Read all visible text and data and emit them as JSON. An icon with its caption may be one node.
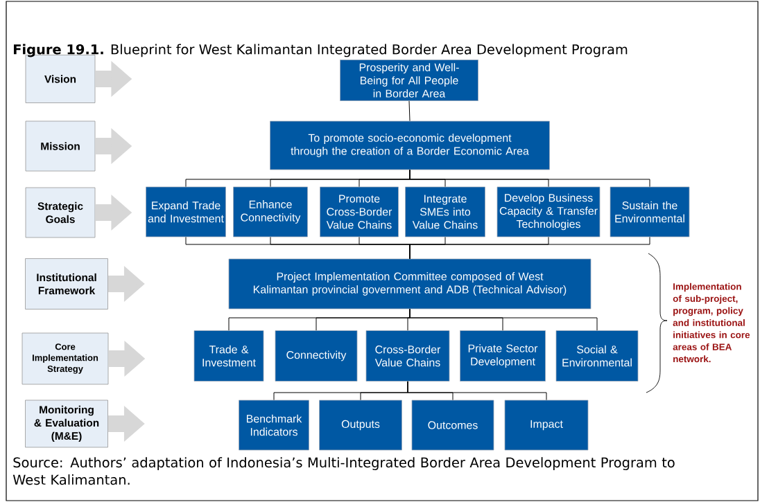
{
  "diagram": {
    "title": "**Figure 19.1.** Blueprint for West Kalimantan Integrated Border Area Development Program",
    "caption": "Source: Authors’ adaptation of Indonesia’s Multi-Integrated Border Area Development Program to West Kalimantan.",
    "nodes": [
      {
        "text": [
          "Vision"
        ]
      },
      {
        "text": [
          "Mission"
        ]
      },
      {
        "text": [
          "Strategic Goals"
        ]
      },
      {
        "text": [
          "Institutional Framework"
        ]
      },
      {
        "text": [
          "Core Implementation Strategy"
        ]
      },
      {
        "text": [
          "Monitoring & Evaluation (M&E)"
        ]
      },
      {
        "text": [
          "Prosperity and Well-Being for All People in Border Area"
        ]
      },
      {
        "text": [
          "To promote socio-economic development through the creation of a Border Economic Area"
        ]
      },
      {
        "text": [
          "Expand Trade and Investment"
        ]
      },
      {
        "text": [
          "Enhance Connectivity"
        ]
      },
      {
        "text": [
          "Promote Cross-Border Value Chains"
        ]
      },
      {
        "text": [
          "Integrate SMEs into Value Chains"
        ]
      },
      {
        "text": [
          "Develop Business Capacity & Transfer Technologies"
        ]
      },
      {
        "text": [
          "Sustain the Environmental"
        ]
      },
      {
        "text": [
          "Project Implementation Committee composed of West Kalimantan provincial government and ADB (Technical Advisor)"
        ]
      },
      {
        "text": [
          "Trade & Investment"
        ]
      },
      {
        "text": [
          "Connectivity"
        ]
      },
      {
        "text": [
          "Cross-Border Value Chains"
        ]
      },
      {
        "text": [
          "Private Sector Development"
        ]
      },
      {
        "text": [
          "Social & Environmental"
        ]
      },
      {
        "text": [
          "Benchmark Indicators"
        ]
      },
      {
        "text": [
          "Outputs"
        ]
      },
      {
        "text": [
          "Outcomes"
        ]
      },
      {
        "text": [
          "Impact"
        ]
      }
    ],
    "edges": [
      {
        "from": 0,
        "to": null,
        "arrow": "to",
        "style": "thick",
        "color": "#d7d7d7"
      },
      {
        "from": 1,
        "to": null,
        "arrow": "to",
        "style": "thick",
        "color": "#d7d7d7"
      },
      {
        "from": 2,
        "to": null,
        "arrow": "to",
        "style": "thick",
        "color": "#d7d7d7"
      },
      {
        "from": 3,
        "to": null,
        "arrow": "to",
        "style": "thick",
        "color": "#d7d7d7"
      },
      {
        "from": 4,
        "to": null,
        "arrow": "to",
        "style": "thick",
        "color": "#d7d7d7"
      },
      {
        "from": 5,
        "to": null,
        "arrow": "to",
        "style": "thick",
        "color": "#d7d7d7"
      },
      {
        "from": 6,
        "to": 7,
        "arrow": "none"
      },
      {
        "from": 7,
        "to": 8,
        "arrow": "none"
      },
      {
        "from": 7,
        "to": 9,
        "arrow": "none"
      },
      {
        "from": 7,
        "to": 10,
        "arrow": "none"
      },
      {
        "from": 7,
        "to": 11,
        "arrow": "none"
      },
      {
        "from": 7,
        "to": 12,
        "arrow": "none"
      },
      {
        "from": 7,
        "to": 13,
        "arrow": "none"
      },
      {
        "from": 8,
        "to": 14,
        "arrow": "none"
      },
      {
        "from": 9,
        "to": 14,
        "arrow": "none"
      },
      {
        "from": 10,
        "to": 14,
        "arrow": "none"
      },
      {
        "from": 11,
        "to": 14,
        "arrow": "none"
      },
      {
        "from": 12,
        "to": 14,
        "arrow": "none"
      },
      {
        "from": 13,
        "to": 14,
        "arrow": "none"
      },
      {
        "from": 14,
        "to": 15,
        "arrow": "none"
      },
      {
        "from": 14,
        "to": 16,
        "arrow": "none"
      },
      {
        "from": 14,
        "to": 17,
        "arrow": "none"
      },
      {
        "from": 14,
        "to": 18,
        "arrow": "none"
      },
      {
        "from": 14,
        "to": 19,
        "arrow": "none"
      },
      {
        "from": 17,
        "to": 20,
        "arrow": "none"
      },
      {
        "from": 17,
        "to": 21,
        "arrow": "none"
      },
      {
        "from": 17,
        "to": 22,
        "arrow": "none"
      },
      {
        "from": 17,
        "to": 23,
        "arrow": "none"
      }
    ],
    "labels": [
      "Implementation of sub-project, program, policy and institutional initiatives in core areas of BEA network."
    ]
  }
}
